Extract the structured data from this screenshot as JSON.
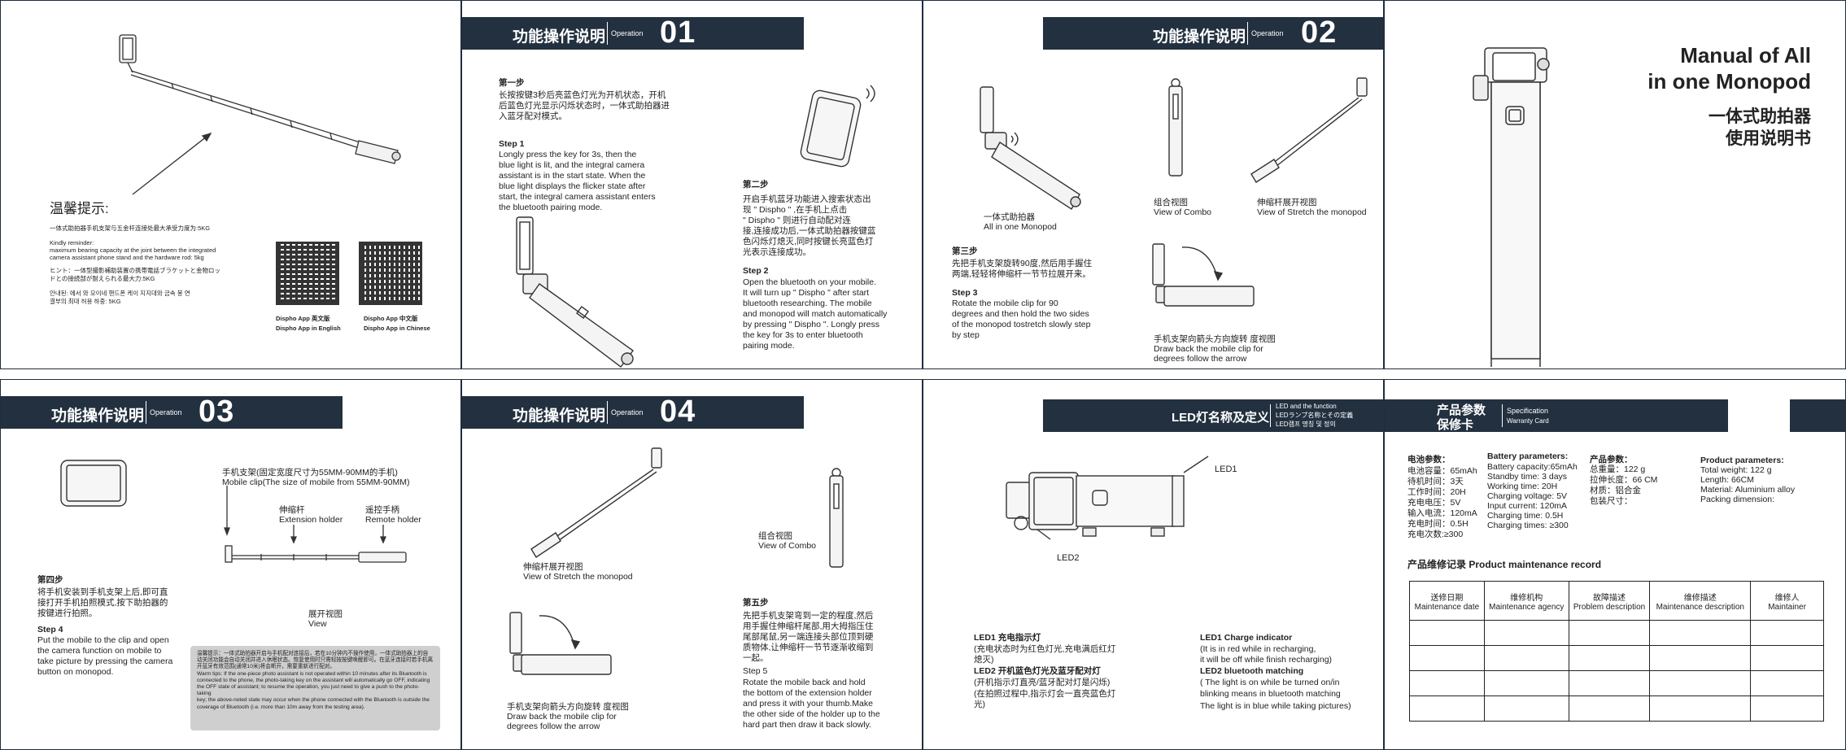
{
  "cover_back": {
    "tips_title": "温馨提示:",
    "tip_cn": "一体式助拍器手机支架与五金杆连接处最大承受力度为:5KG",
    "tip_en": [
      "Kindly reminder:",
      "maximum bearing capacity at the joint between the integrated",
      "camera assistant phone stand and the hardware rod: 5kg"
    ],
    "tip_jp": [
      "ヒント：一体型撮影補助装置の携帯電話ブラケットと金物ロッ",
      "ドとの接続部が耐えられる最大力:5KG"
    ],
    "tip_kr": [
      "안내된: 에서 와 모이네 핸드폰 케이 지지대와 금속 봉 연",
      "결부의 최대 허용 하중: 5KG"
    ],
    "qr1_label_cn": "Dispho App 英文版",
    "qr1_label_en": "Dispho App in English",
    "qr2_label_cn": "Dispho App 中文版",
    "qr2_label_en": "Dispho App in Chinese"
  },
  "ops": {
    "bar_title": "功能操作说明",
    "bar_sub": "Operation"
  },
  "page01": {
    "num": "01",
    "step1_cn_title": "第一步",
    "step1_cn": [
      "长按按键3秒后亮蓝色灯光为开机状态，开机",
      "后蓝色灯光显示闪烁状态时，一体式助拍器进",
      "入蓝牙配对模式。"
    ],
    "step1_en_title": "Step 1",
    "step1_en": [
      "Longly press the key for 3s, then the",
      "blue light is lit, and the integral camera",
      "assistant is in the start state. When the",
      "blue light displays the flicker state after",
      "start, the integral camera assistant enters",
      "the bluetooth pairing mode."
    ],
    "step2_cn_title": "第二步",
    "step2_cn": [
      "开启手机蓝牙功能进入搜索状态出",
      "现 \" Dispho \" ,在手机上点击",
      "\" Dispho \" 则进行自动配对连",
      "接,连接成功后,一体式助拍器按键蓝",
      "色闪烁灯熄灭,同时按键长亮蓝色灯",
      "光表示连接成功。"
    ],
    "step2_en_title": "Step 2",
    "step2_en": [
      "Open the bluetooth on your mobile.",
      "It will turn up \" Dispho \" after start",
      "bluetooth researching. The mobile",
      "and monopod will match automatically",
      "by pressing \" Dispho \". Longly press",
      "the key for 3s to enter bluetooth",
      "pairing mode."
    ]
  },
  "page02": {
    "num": "02",
    "label_all_cn": "一体式助拍器",
    "label_all_en": "All in one Monopod",
    "label_combo_cn": "组合视图",
    "label_combo_en": "View  of Combo",
    "label_stretch_cn": "伸缩杆展开视图",
    "label_stretch_en": "View  of Stretch the monopod",
    "step3_cn_title": "第三步",
    "step3_cn": [
      "先把手机支架旋转90度,然后用手握住",
      "两端,轻轻将伸缩杆一节节拉展开来。"
    ],
    "step3_en_title": "Step 3",
    "step3_en": [
      "Rotate the mobile clip for 90",
      "degrees and then hold the two sides",
      "of the monopod tostretch slowly step",
      "by step"
    ],
    "rotate_cn": "手机支架向箭头方向旋转        度视图",
    "rotate_en": [
      "Draw back the mobile clip for",
      "degrees  follow  the arrow"
    ]
  },
  "cover": {
    "title_en_1": "Manual of All",
    "title_en_2": "in one Monopod",
    "title_cn_1": "一体式助拍器",
    "title_cn_2": "使用说明书"
  },
  "page03": {
    "num": "03",
    "holder_cn": "手机支架(固定宽度尺寸为55MM-90MM的手机)",
    "holder_en": "Mobile clip(The size of mobile from 55MM-90MM)",
    "ext_cn": "伸缩杆",
    "ext_en": "Extension holder",
    "remote_cn": "遥控手柄",
    "remote_en": "Remote holder",
    "view_cn": "展开视图",
    "view_en": "View",
    "step4_cn_title": "第四步",
    "step4_cn": [
      "将手机安装到手机支架上后,即可直",
      "接打开手机拍照模式,按下助拍器的",
      "按键进行拍照。"
    ],
    "step4_en_title": "Step 4",
    "step4_en": [
      "Put the mobile to the clip and open",
      "the camera function on mobile to",
      "take picture by pressing the camera",
      "button on monopod."
    ],
    "warn_cn": [
      "温馨提示：一体式助拍器开启与手机配对连接后，若在10分钟内不操作使用，一体式助拍器上的自",
      "动关闭功能会自动关闭并进入休眠状态。恢复使用时只需轻按按键唤醒即可。在蓝牙连接时若手机离",
      "开蓝牙有效范围(通常10米)将会断开，需要重新进行配对。"
    ],
    "warn_en": [
      "Warm tips: If the one-piece photo assistant is not operated within 10 minutes after its Bluetooth is",
      "connected to the phone, the photo-taking key on the assistant will automatically go OFF, indicating",
      "the OFF state of assistant; to resume the operation, you just need to give a push to the photo-taking",
      "key; the above-noted state may occur when the phone connected with the Bluetooth is outside the",
      "coverage of Bluetooth (i.e. more than 10m away from the testing area)."
    ]
  },
  "page04": {
    "num": "04",
    "stretch_cn": "伸缩杆展开视图",
    "stretch_en": "View  of Stretch the monopod",
    "combo_cn": "组合视图",
    "combo_en": "View of Combo",
    "step5_cn_title": "第五步",
    "step5_cn": [
      "先把手机支架弯到一定的程度,然后",
      "用手握住伸缩杆尾部,用大拇指压住",
      "尾部尾鼠,另一端连接头部位顶到硬",
      "质物体,让伸缩杆一节节逐渐收缩到",
      "一起。"
    ],
    "step5_en_title": "Step 5",
    "step5_en": [
      "Rotate the mobile back and hold",
      "the bottom of the extension holder",
      "and press it with your thumb.Make",
      "the other side of the holder up to the",
      "hard part then draw it back slowly."
    ],
    "rotate_cn": "手机支架向箭头方向旋转        度视图",
    "rotate_en": [
      "Draw back the mobile clip for",
      "degrees  follow  the arrow"
    ]
  },
  "led": {
    "bar_title": "LED灯名称及定义",
    "bar_en": "LED and the function",
    "bar_jp": "LEDランプ名称とその定義",
    "bar_kr": "LED램프 명칭 및 정의",
    "led1": "LED1",
    "led2": "LED2",
    "led1_cn_title": "LED1 充电指示灯",
    "led1_cn": [
      "(充电状态时为红色灯光,充电满后红灯",
      "熄灭)"
    ],
    "led2_cn_title": "LED2 开机蓝色灯光及蓝牙配对灯",
    "led2_cn": [
      "(开机指示灯直亮/蓝牙配对灯是闪烁)",
      "(在拍照过程中,指示灯会一直亮蓝色灯",
      "光)"
    ],
    "led1_en_title": "LED1 Charge indicator",
    "led1_en": [
      "(It is in red while in recharging,",
      "it will be off while finish recharging)"
    ],
    "led2_en_title": "LED2 bluetooth matching",
    "led2_en": [
      "( The light is on while be turned on/in",
      "blinking means in bluetooth matching",
      "The light is in blue while taking pictures)"
    ]
  },
  "spec": {
    "bar_title_1": "产品参数",
    "bar_title_2": "保修卡",
    "bar_en_1": "Specification",
    "bar_en_2": "Warranty Card",
    "battery_cn_title": "电池参数：",
    "battery_cn": [
      "电池容量：65mAh",
      "待机时间：3天",
      "工作时间：20H",
      "充电电压：5V",
      "输入电流：120mA",
      "充电时间：0.5H",
      "充电次数:≥300"
    ],
    "battery_en_title": "Battery parameters:",
    "battery_en": [
      "Battery capacity:65mAh",
      "Standby time: 3 days",
      "Working time: 20H",
      "Charging voltage: 5V",
      "Input current: 120mA",
      "Charging time: 0.5H",
      "Charging times: ≥300"
    ],
    "product_cn_title": "产品参数：",
    "product_cn": [
      "总重量：122 g",
      "拉伸长度：66 CM",
      "材质：铝合金",
      "包装尺寸："
    ],
    "product_en_title": "Product parameters:",
    "product_en": [
      "Total weight: 122 g",
      "Length: 66CM",
      "Material: Aluminium alloy",
      "Packing dimension:"
    ],
    "record_title": "产品维修记录  Product maintenance record",
    "table_headers": [
      {
        "cn": "送修日期",
        "en": "Maintenance date"
      },
      {
        "cn": "维修机构",
        "en": "Maintenance agency"
      },
      {
        "cn": "故障描述",
        "en": "Problem description"
      },
      {
        "cn": "维修描述",
        "en": "Maintenance description"
      },
      {
        "cn": "维修人",
        "en": "Maintainer"
      }
    ]
  }
}
